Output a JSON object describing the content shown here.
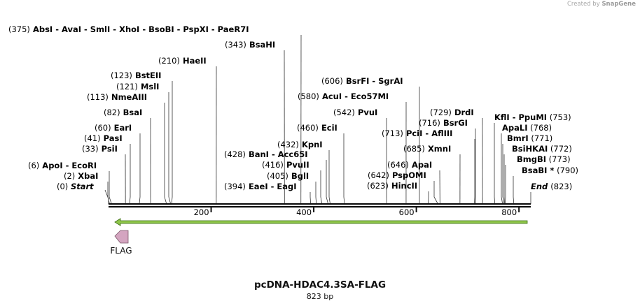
{
  "credit": {
    "prefix": "Created by",
    "brand": "SnapGene"
  },
  "map": {
    "title": "pcDNA-HDAC4.3SA-FLAG",
    "subtitle": "823 bp",
    "length": 823,
    "ticks": [
      200,
      400,
      600,
      800
    ],
    "feature": {
      "label": "FLAG",
      "color": "#d4a5c0"
    },
    "orf_color": "#8fc64a",
    "start_label": {
      "pos": "(0)",
      "name": "Start"
    },
    "end_label": {
      "name": "End",
      "pos": "(823)"
    },
    "sites": [
      {
        "text": [
          "(375)",
          "AbsI",
          "- AvaI",
          "- SmlI",
          "- XhoI",
          "- BsoBI",
          "- PspXI",
          "- PaeR7I"
        ],
        "bp": 375
      },
      {
        "text": [
          "(210)",
          "HaeII"
        ],
        "bp": 210
      },
      {
        "text": [
          "(343)",
          "BsaHI"
        ],
        "bp": 343
      },
      {
        "text": [
          "(123)",
          "BstEII"
        ],
        "bp": 123
      },
      {
        "text": [
          "(121)",
          "MslI"
        ],
        "bp": 121
      },
      {
        "text": [
          "(113)",
          "NmeAIII"
        ],
        "bp": 113
      },
      {
        "text": [
          "(82)",
          "BsaI"
        ],
        "bp": 82
      },
      {
        "text": [
          "(60)",
          "EarI"
        ],
        "bp": 60
      },
      {
        "text": [
          "(41)",
          "PasI"
        ],
        "bp": 41
      },
      {
        "text": [
          "(33)",
          "PsiI"
        ],
        "bp": 33
      },
      {
        "text": [
          "(6)",
          "ApoI",
          "- EcoRI"
        ],
        "bp": 6
      },
      {
        "text": [
          "(2)",
          "XbaI"
        ],
        "bp": 2
      },
      {
        "text": [
          "(606)",
          "BsrFI",
          "- SgrAI"
        ],
        "bp": 606
      },
      {
        "text": [
          "(580)",
          "AcuI",
          "- Eco57MI"
        ],
        "bp": 580
      },
      {
        "text": [
          "(542)",
          "PvuI"
        ],
        "bp": 542
      },
      {
        "text": [
          "(460)",
          "EciI"
        ],
        "bp": 460
      },
      {
        "text": [
          "(432)",
          "KpnI"
        ],
        "bp": 432
      },
      {
        "text": [
          "(428)",
          "BanI",
          "- Acc65I"
        ],
        "bp": 428
      },
      {
        "text": [
          "(416)",
          "PvuII"
        ],
        "bp": 416
      },
      {
        "text": [
          "(405)",
          "BglI"
        ],
        "bp": 405
      },
      {
        "text": [
          "(394)",
          "EaeI",
          "- EagI"
        ],
        "bp": 394
      },
      {
        "text": [
          "(729)",
          "DrdI"
        ],
        "bp": 729
      },
      {
        "text": [
          "(716)",
          "BsrGI"
        ],
        "bp": 716
      },
      {
        "text": [
          "(713)",
          "PciI",
          "- AflIII"
        ],
        "bp": 713
      },
      {
        "text": [
          "(685)",
          "XmnI"
        ],
        "bp": 685
      },
      {
        "text": [
          "(646)",
          "ApaI"
        ],
        "bp": 646
      },
      {
        "text": [
          "(642)",
          "PspOMI"
        ],
        "bp": 642
      },
      {
        "text": [
          "(623)",
          "HincII"
        ],
        "bp": 623
      },
      {
        "text": [
          "KflI",
          "- PpuMI",
          "(753)"
        ],
        "bp": 753
      },
      {
        "text": [
          "ApaLI",
          "(768)"
        ],
        "bp": 768
      },
      {
        "text": [
          "BmrI",
          "(771)"
        ],
        "bp": 771
      },
      {
        "text": [
          "BsiHKAI",
          "(772)"
        ],
        "bp": 772
      },
      {
        "text": [
          "BmgBI",
          "(773)"
        ],
        "bp": 773
      },
      {
        "text": [
          "BsaBI *",
          "(790)"
        ],
        "bp": 790
      }
    ]
  }
}
